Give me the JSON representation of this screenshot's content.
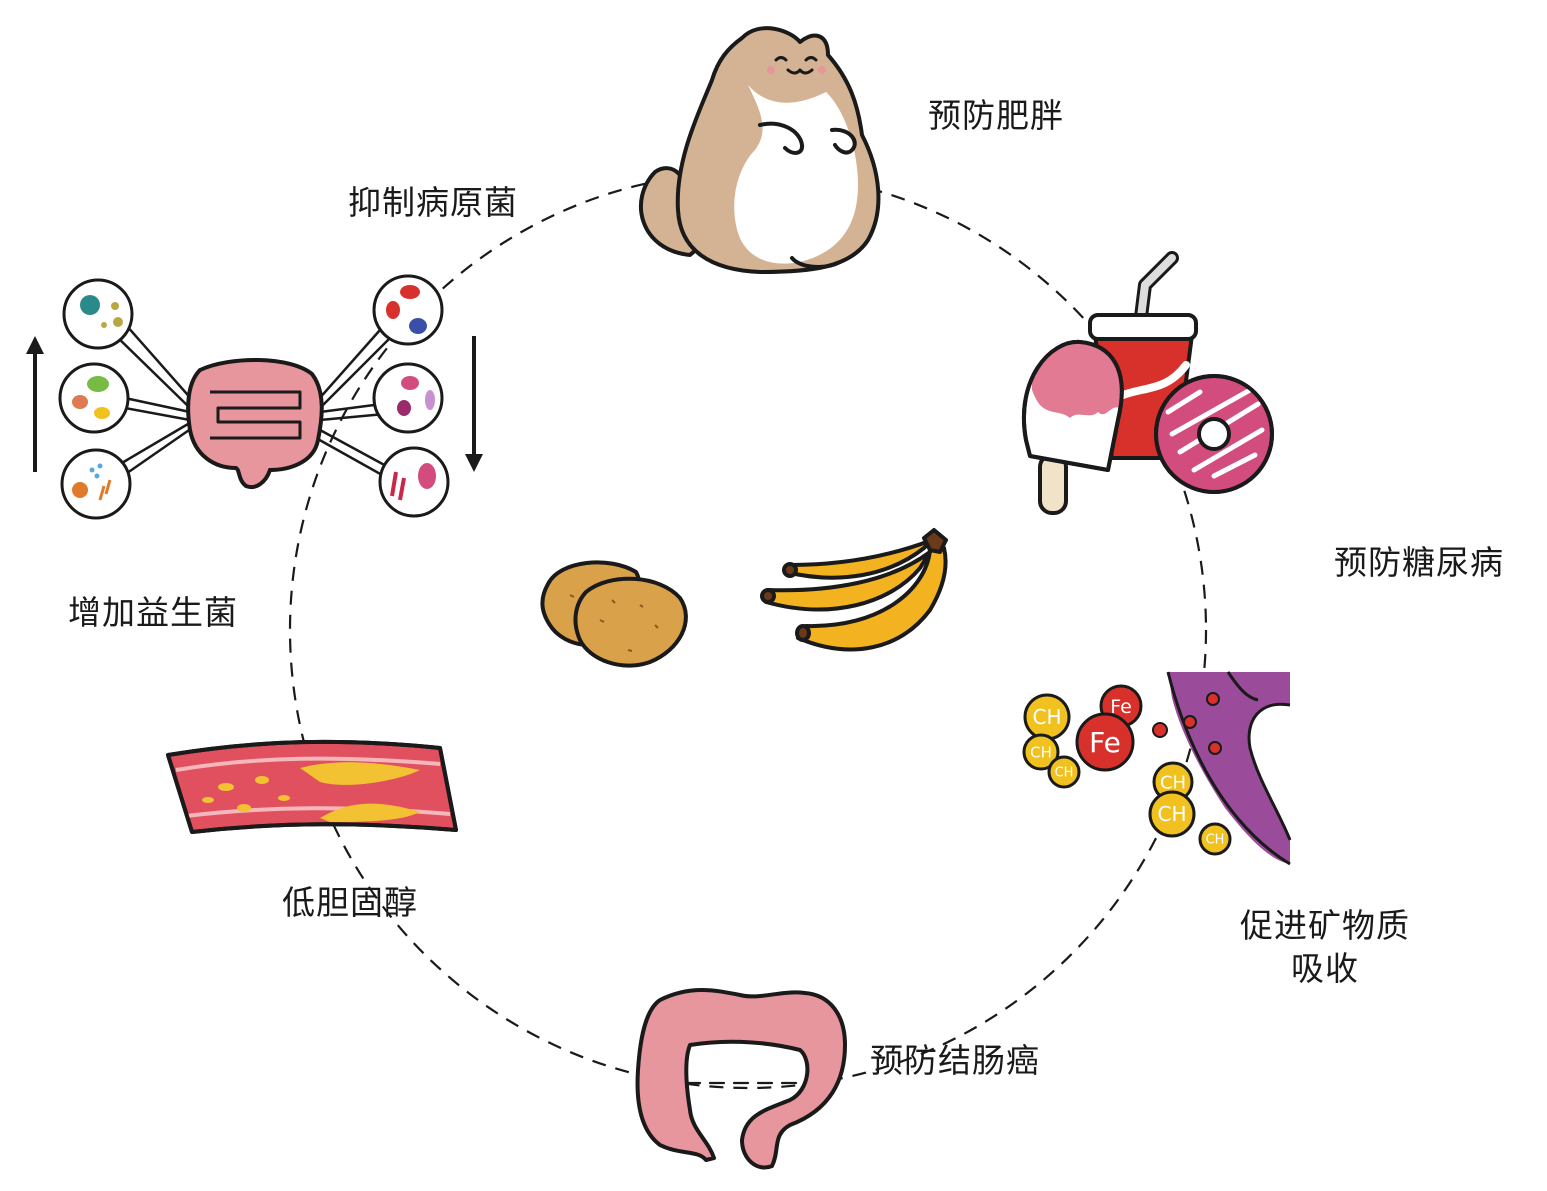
{
  "center_foods": [
    "potato",
    "banana"
  ],
  "benefits": {
    "obesity": "预防肥胖",
    "diabetes": "预防糖尿病",
    "minerals_line1": "促进矿物质",
    "minerals_line2": "吸收",
    "colon_cancer": "预防结肠癌",
    "cholesterol": "低胆固醇",
    "probiotics": "增加益生菌",
    "pathogens": "抑制病原菌"
  },
  "mineral_labels": {
    "iron": "Fe",
    "cholesterol": "CH"
  },
  "colors": {
    "line": "#1a1a1a",
    "cat_body": "#d3b393",
    "gut_pink": "#e6969c",
    "soda_red": "#d8312c",
    "donut_pink": "#d24d7e",
    "banana": "#f3b321",
    "potato": "#d9a24a",
    "artery_red": "#e0505e",
    "plaque_yellow": "#f2c232",
    "vessel_purple": "#9a4b9a",
    "fe_red": "#d8312c",
    "ch_yellow": "#f1c11f"
  }
}
